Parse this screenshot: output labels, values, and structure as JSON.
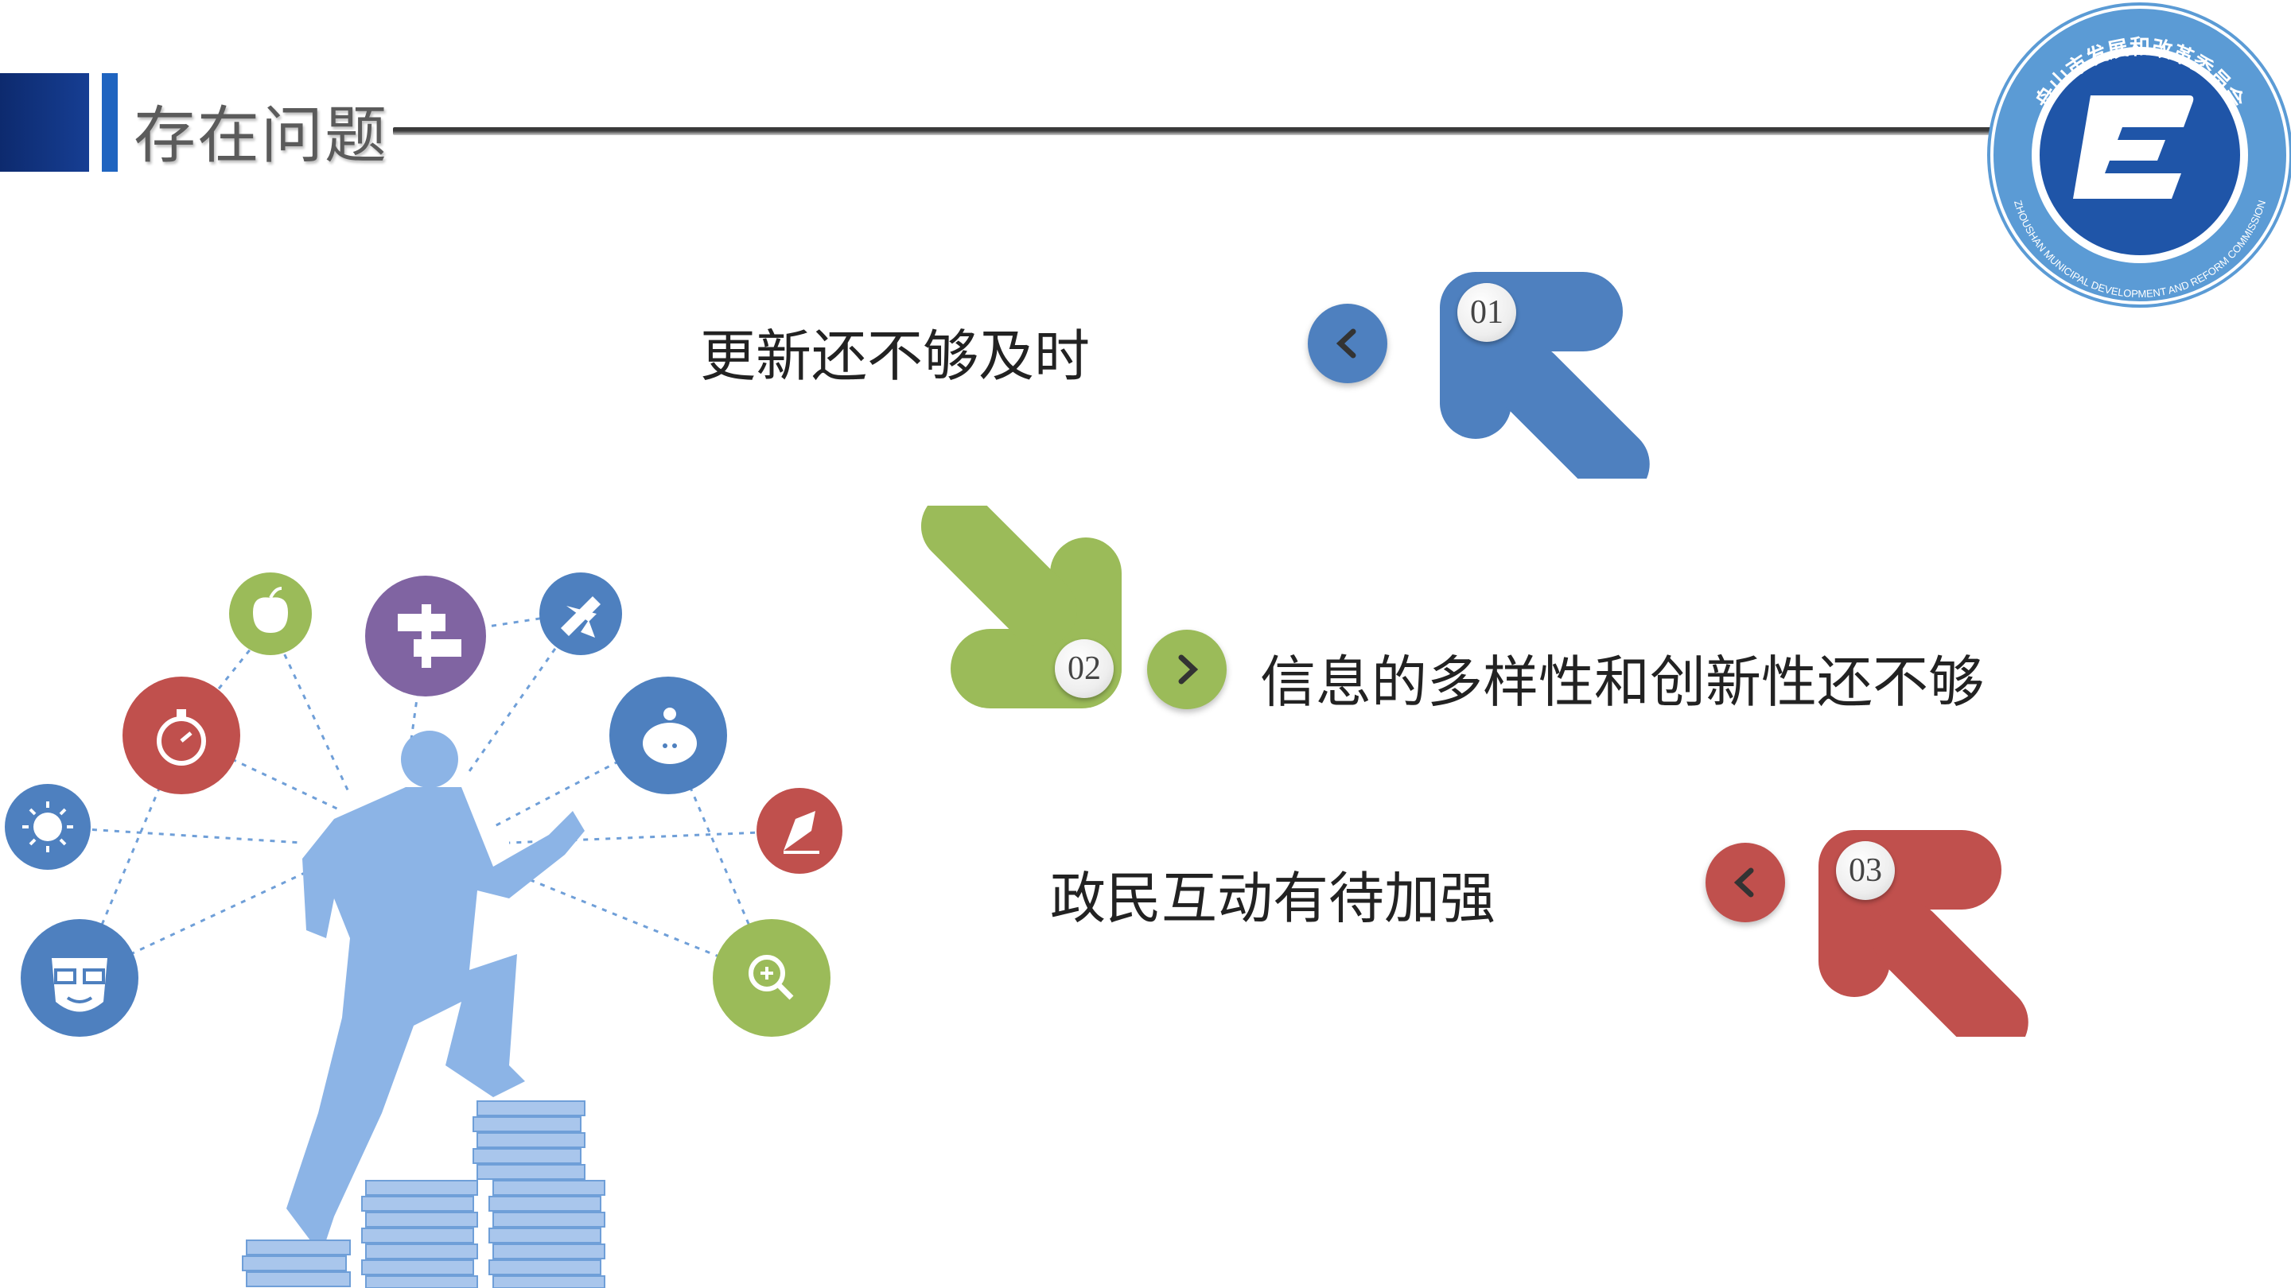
{
  "header": {
    "title": "存在问题"
  },
  "logo": {
    "name_cn": "舟山市发展和改革委员会",
    "name_en": "ZHOUSHAN MUNICIPAL DEVELOPMENT AND REFORM COMMISSION"
  },
  "items": [
    {
      "number": "01",
      "text": "更新还不够及时",
      "color": "#4e80bf",
      "arrow": "left"
    },
    {
      "number": "02",
      "text": "信息的多样性和创新性还不够",
      "color": "#9bbb59",
      "arrow": "right"
    },
    {
      "number": "03",
      "text": "政民互动有待加强",
      "color": "#c0504d",
      "arrow": "left"
    }
  ],
  "colors": {
    "brand_blue": "#1f64c0",
    "figure": "#8cb4e6",
    "icon_red": "#c0504d",
    "icon_blue": "#4e80bf",
    "icon_green": "#9bbb59",
    "icon_purple": "#8064a2"
  },
  "illustration_icons": [
    "apple-icon",
    "signpost-icon",
    "airplane-icon",
    "stopwatch-icon",
    "piggy-bank-icon",
    "sun-icon",
    "pen-nib-icon",
    "nerd-face-icon",
    "zoom-in-icon"
  ]
}
